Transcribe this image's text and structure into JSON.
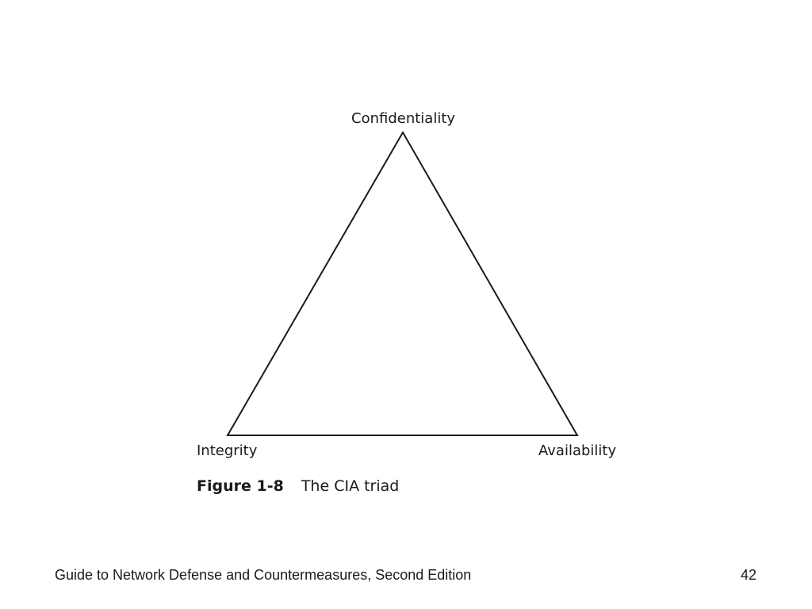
{
  "diagram": {
    "vertices": {
      "top": "Confidentiality",
      "bottom_left": "Integrity",
      "bottom_right": "Availability"
    },
    "caption": {
      "number": "Figure 1-8",
      "text": "The CIA triad"
    }
  },
  "footer": {
    "title": "Guide to Network Defense and Countermeasures, Second Edition",
    "page_number": "42"
  }
}
